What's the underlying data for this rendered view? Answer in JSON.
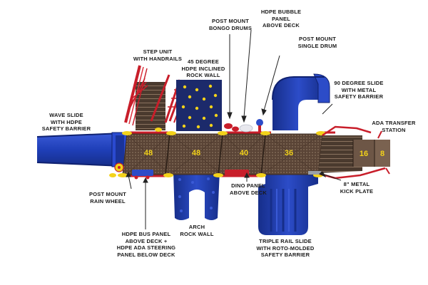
{
  "labels": {
    "post_mount_bongo_drums": "POST MOUNT\nBONGO DRUMS",
    "hdpe_bubble_panel": "HDPE BUBBLE\nPANEL\nABOVE DECK",
    "post_mount_single_drum": "POST MOUNT\nSINGLE DRUM",
    "step_unit": "STEP UNIT\nWITH HANDRAILS",
    "rock_wall_45": "45 DEGREE\nHDPE INCLINED\nROCK WALL",
    "slide_90": "90 DEGREE SLIDE\nWITH METAL\nSAFETY BARRIER",
    "wave_slide": "WAVE SLIDE\nWITH HDPE\nSAFETY BARRIER",
    "ada_transfer": "ADA TRANSFER\nSTATION",
    "rain_wheel": "POST MOUNT\nRAIN WHEEL",
    "dino_panel": "DINO PANEL\nABOVE DECK",
    "kick_plate": "8\" METAL\nKICK PLATE",
    "arch_rock_wall": "ARCH\nROCK WALL",
    "bus_panel": "HDPE BUS PANEL\nABOVE DECK +\nHDPE ADA STEERING\nPANEL BELOW DECK",
    "triple_rail_slide": "TRIPLE RAIL SLIDE\nWITH ROTO-MOLDED\nSAFETY BARRIER"
  },
  "deck_heights": [
    "48",
    "48",
    "40",
    "36",
    "16",
    "8"
  ],
  "colors": {
    "slide_blue": "#1f3fb8",
    "rock_wall_navy": "#1c2a6b",
    "rail_red": "#c81e2a",
    "deck_brown": "#5a4436",
    "accent_yellow": "#f3d21a"
  }
}
